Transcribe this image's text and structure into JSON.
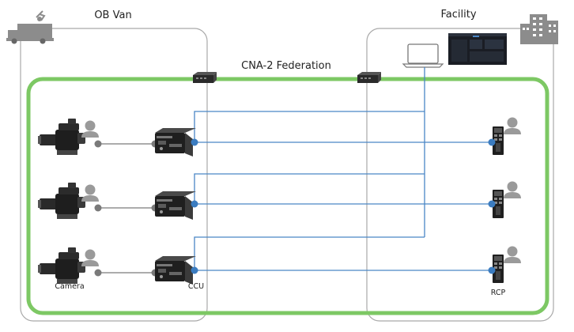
{
  "labels": {
    "ob_van": "OB Van",
    "facility": "Facility",
    "federation": "CNA-2 Federation",
    "camera": "Camera",
    "ccu": "CCU",
    "rcp": "RCP"
  },
  "colors": {
    "federation_border": "#7dc864",
    "zone_border": "#a9a9a9",
    "link": "#4a86c5",
    "node": "#3b7cc0",
    "cable": "#7a7a7a",
    "person": "#9a9a9a",
    "device": "#2b2b2b"
  },
  "icons": {
    "truck": "truck-icon",
    "building": "building-icon",
    "laptop": "laptop-icon",
    "monitor": "monitor-icon",
    "network_switch": "network-switch-icon",
    "camera": "camera-icon",
    "ccu": "ccu-icon",
    "rcp": "rcp-icon",
    "operator": "person-icon"
  }
}
